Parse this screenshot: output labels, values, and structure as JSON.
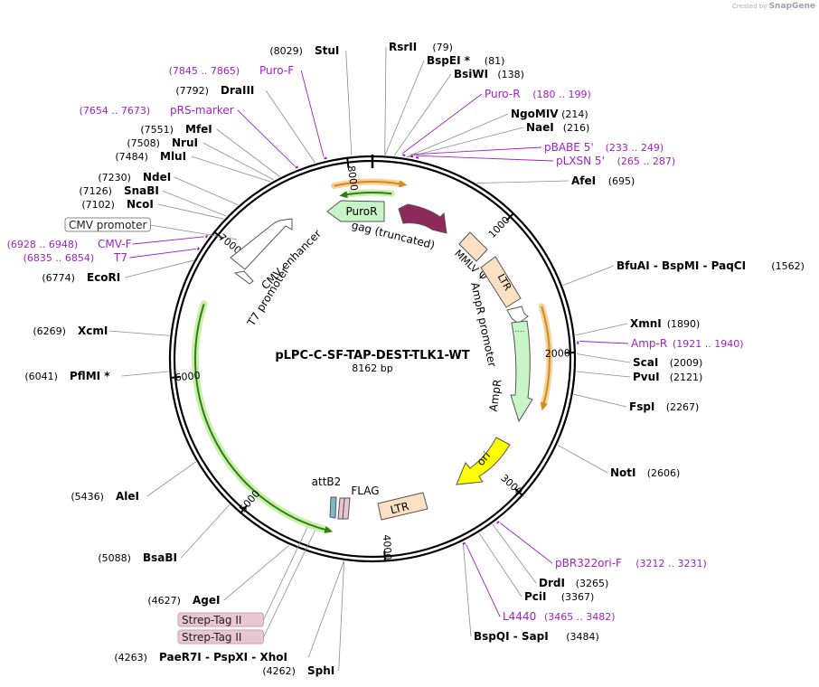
{
  "branding": {
    "created_by": "Created by",
    "product": "SnapGene"
  },
  "plasmid": {
    "name": "pLPC-C-SF-TAP-DEST-TLK1-WT",
    "size": "8162 bp",
    "length": 8162
  },
  "ticks": [
    {
      "label": "1000",
      "pos": 1000
    },
    {
      "label": "2000",
      "pos": 2000
    },
    {
      "label": "3000",
      "pos": 3000
    },
    {
      "label": "4000",
      "pos": 4000
    },
    {
      "label": "5000",
      "pos": 5000
    },
    {
      "label": "6000",
      "pos": 6000
    },
    {
      "label": "7000",
      "pos": 7000
    },
    {
      "label": "8000",
      "pos": 8000
    }
  ],
  "enzymes": [
    {
      "name": "RsrII",
      "coord": "(79)",
      "pos": 79
    },
    {
      "name": "BspEI *",
      "coord": "(81)",
      "pos": 81
    },
    {
      "name": "BsiWI",
      "coord": "(138)",
      "pos": 138
    },
    {
      "name": "NgoMIV",
      "coord": "(214)",
      "pos": 214
    },
    {
      "name": "NaeI",
      "coord": "(216)",
      "pos": 216
    },
    {
      "name": "AfeI",
      "coord": "(695)",
      "pos": 695
    },
    {
      "name": "BfuAI - BspMI - PaqCI",
      "coord": "(1562)",
      "pos": 1562
    },
    {
      "name": "XmnI",
      "coord": "(1890)",
      "pos": 1890
    },
    {
      "name": "ScaI",
      "coord": "(2009)",
      "pos": 2009
    },
    {
      "name": "PvuI",
      "coord": "(2121)",
      "pos": 2121
    },
    {
      "name": "FspI",
      "coord": "(2267)",
      "pos": 2267
    },
    {
      "name": "NotI",
      "coord": "(2606)",
      "pos": 2606
    },
    {
      "name": "DrdI",
      "coord": "(3265)",
      "pos": 3265
    },
    {
      "name": "PciI",
      "coord": "(3367)",
      "pos": 3367
    },
    {
      "name": "BspQI - SapI",
      "coord": "(3484)",
      "pos": 3484
    },
    {
      "name": "SphI",
      "coord": "(4262)",
      "pos": 4262
    },
    {
      "name": "PaeR7I - PspXI - XhoI",
      "coord": "(4263)",
      "pos": 4263
    },
    {
      "name": "AgeI",
      "coord": "(4627)",
      "pos": 4627
    },
    {
      "name": "BsaBI",
      "coord": "(5088)",
      "pos": 5088
    },
    {
      "name": "AleI",
      "coord": "(5436)",
      "pos": 5436
    },
    {
      "name": "PflMI *",
      "coord": "(6041)",
      "pos": 6041
    },
    {
      "name": "XcmI",
      "coord": "(6269)",
      "pos": 6269
    },
    {
      "name": "EcoRI",
      "coord": "(6774)",
      "pos": 6774
    },
    {
      "name": "NcoI",
      "coord": "(7102)",
      "pos": 7102
    },
    {
      "name": "SnaBI",
      "coord": "(7126)",
      "pos": 7126
    },
    {
      "name": "NdeI",
      "coord": "(7230)",
      "pos": 7230
    },
    {
      "name": "MluI",
      "coord": "(7484)",
      "pos": 7484
    },
    {
      "name": "NruI",
      "coord": "(7508)",
      "pos": 7508
    },
    {
      "name": "MfeI",
      "coord": "(7551)",
      "pos": 7551
    },
    {
      "name": "DraIII",
      "coord": "(7792)",
      "pos": 7792
    },
    {
      "name": "StuI",
      "coord": "(8029)",
      "pos": 8029
    }
  ],
  "primers": [
    {
      "name": "Puro-F",
      "range": "(7845 .. 7865)",
      "pos": 7855
    },
    {
      "name": "Puro-R",
      "range": "(180 .. 199)",
      "pos": 190
    },
    {
      "name": "pBABE 5'",
      "range": "(233 .. 249)",
      "pos": 241
    },
    {
      "name": "pLXSN 5'",
      "range": "(265 .. 287)",
      "pos": 276
    },
    {
      "name": "pRS-marker",
      "range": "(7654 .. 7673)",
      "pos": 7664
    },
    {
      "name": "Amp-R",
      "range": "(1921 .. 1940)",
      "pos": 1930
    },
    {
      "name": "pBR322ori-F",
      "range": "(3212 .. 3231)",
      "pos": 3222
    },
    {
      "name": "L4440",
      "range": "(3465 .. 3482)",
      "pos": 3474
    },
    {
      "name": "CMV-F",
      "range": "(6928 .. 6948)",
      "pos": 6938
    },
    {
      "name": "T7",
      "range": "(6835 .. 6854)",
      "pos": 6845
    }
  ],
  "boxed_features": [
    {
      "name": "CMV promoter",
      "pos": 7060,
      "color": "#ffffff"
    },
    {
      "name": "Strep-Tag II",
      "pos": 4560,
      "color": "#e8c6d2"
    },
    {
      "name": "Strep-Tag II",
      "pos": 4500,
      "color": "#e8c6d2"
    }
  ],
  "features": [
    {
      "name": "PuroR",
      "color": "#c8f5c8"
    },
    {
      "name": "gag (truncated)",
      "color": "#8e2a5b"
    },
    {
      "name": "MMLV Ψ",
      "color": "#fce0c4"
    },
    {
      "name": "LTR",
      "color": "#fce0c4"
    },
    {
      "name": "AmpR promoter",
      "color": "#ffffff"
    },
    {
      "name": "AmpR",
      "color": "#c8f5c8"
    },
    {
      "name": "ori",
      "color": "#ffff00"
    },
    {
      "name": "LTR",
      "color": "#fce0c4"
    },
    {
      "name": "FLAG",
      "color": "#e8c6d2"
    },
    {
      "name": "attB2",
      "color": "#7fb8c8"
    },
    {
      "name": "CMV enhancer",
      "color": "#ffffff"
    },
    {
      "name": "T7 promoter",
      "color": "#ffffff"
    }
  ],
  "colors": {
    "primer": "#a020c8",
    "enzyme": "#000000",
    "backbone": "#000000",
    "orange_orf": "#d48a1c",
    "green_orf": "#2e7d1a"
  }
}
